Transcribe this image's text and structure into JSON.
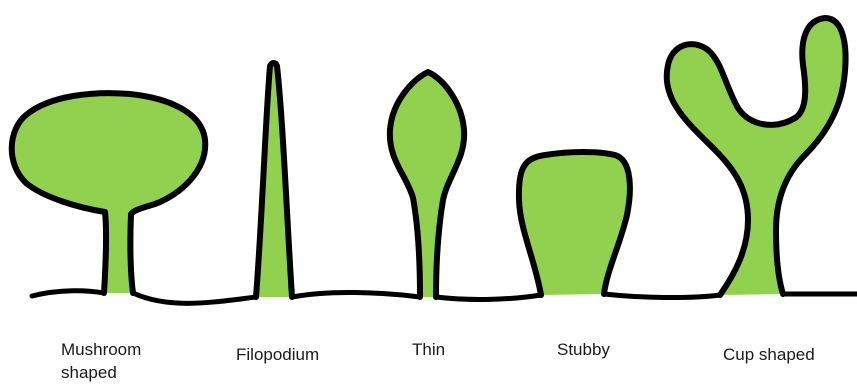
{
  "colors": {
    "spine_fill": "#92d050",
    "outline": "#000000",
    "background": "#ffffff"
  },
  "spines": [
    {
      "id": "mushroom",
      "label": "Mushroom\nshaped"
    },
    {
      "id": "filopodium",
      "label": "Filopodium"
    },
    {
      "id": "thin",
      "label": "Thin"
    },
    {
      "id": "stubby",
      "label": "Stubby"
    },
    {
      "id": "cup",
      "label": "Cup shaped"
    }
  ]
}
